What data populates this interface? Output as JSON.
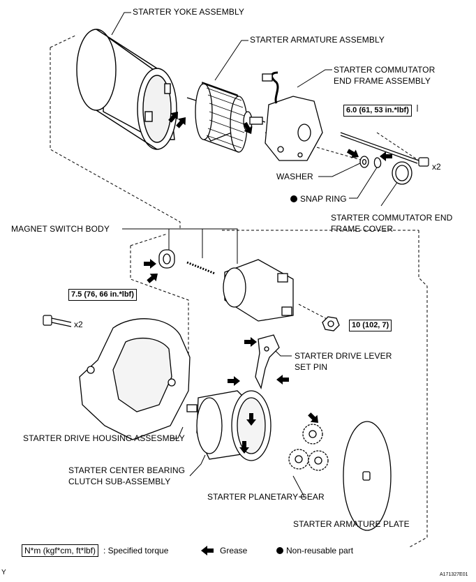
{
  "labels": {
    "yoke": "STARTER YOKE ASSEMBLY",
    "armature": "STARTER ARMATURE ASSEMBLY",
    "commutator_line1": "STARTER COMMUTATOR",
    "commutator_line2": "END FRAME ASSEMBLY",
    "washer": "WASHER",
    "snap_ring": "SNAP RING",
    "cover_line1": "STARTER COMMUTATOR END",
    "cover_line2": "FRAME COVER",
    "magnet_switch": "MAGNET SWITCH BODY",
    "drive_lever_line1": "STARTER DRIVE LEVER",
    "drive_lever_line2": "SET PIN",
    "drive_housing": "STARTER DRIVE HOUSING ASSESMBLY",
    "clutch_line1": "STARTER CENTER BEARING",
    "clutch_line2": "CLUTCH SUB-ASSEMBLY",
    "planetary": "STARTER PLANETARY GEAR",
    "armature_plate": "STARTER ARMATURE PLATE"
  },
  "torques": {
    "through_bolt": "6.0 (61, 53 in.*lbf)",
    "housing_bolt": "7.5 (76, 66 in.*lbf)",
    "nut": "10 (102, 7)"
  },
  "multipliers": {
    "through_bolt": "x2",
    "housing_bolt": "x2"
  },
  "legend": {
    "torque_box": "N*m (kgf*cm, ft*lbf)",
    "torque_text": ": Specified torque",
    "grease": "Grease",
    "non_reusable": "Non-reusable part"
  },
  "footer": {
    "left": "Y",
    "right": "A171327E01"
  }
}
